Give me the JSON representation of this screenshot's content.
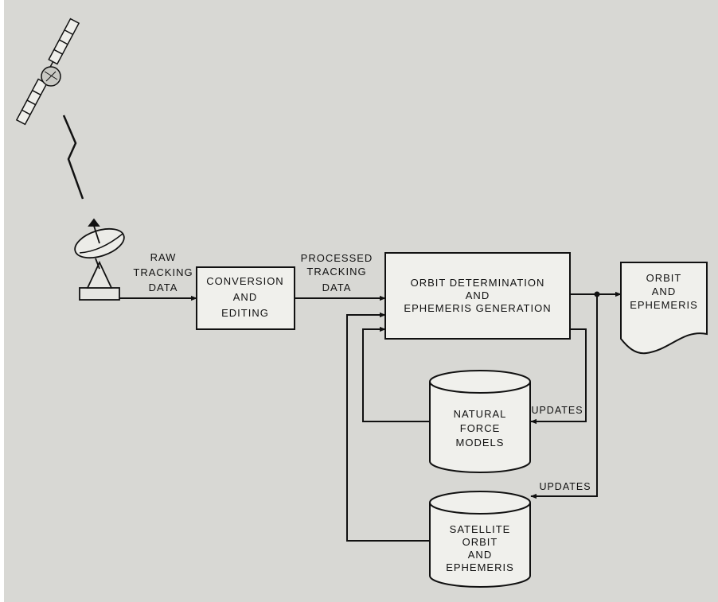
{
  "diagram": {
    "nodes": {
      "ground_station": {
        "icon": "satellite-dish-icon"
      },
      "satellite": {
        "icon": "satellite-icon"
      },
      "conversion": {
        "lines": [
          "CONVERSION",
          "AND",
          "EDITING"
        ]
      },
      "orbit_det": {
        "lines": [
          "ORBIT DETERMINATION",
          "AND",
          "EPHEMERIS GENERATION"
        ]
      },
      "output_doc": {
        "lines": [
          "ORBIT",
          "AND",
          "EPHEMERIS"
        ]
      },
      "natural_force": {
        "lines": [
          "NATURAL",
          "FORCE",
          "MODELS"
        ]
      },
      "satellite_orbit": {
        "lines": [
          "SATELLITE",
          "ORBIT",
          "AND",
          "EPHEMERIS"
        ]
      }
    },
    "edges": {
      "raw": {
        "lines": [
          "RAW",
          "TRACKING",
          "DATA"
        ]
      },
      "processed": {
        "lines": [
          "PROCESSED",
          "TRACKING",
          "DATA"
        ]
      },
      "updates_force": {
        "label": "UPDATES"
      },
      "updates_orbit": {
        "label": "UPDATES"
      }
    }
  }
}
